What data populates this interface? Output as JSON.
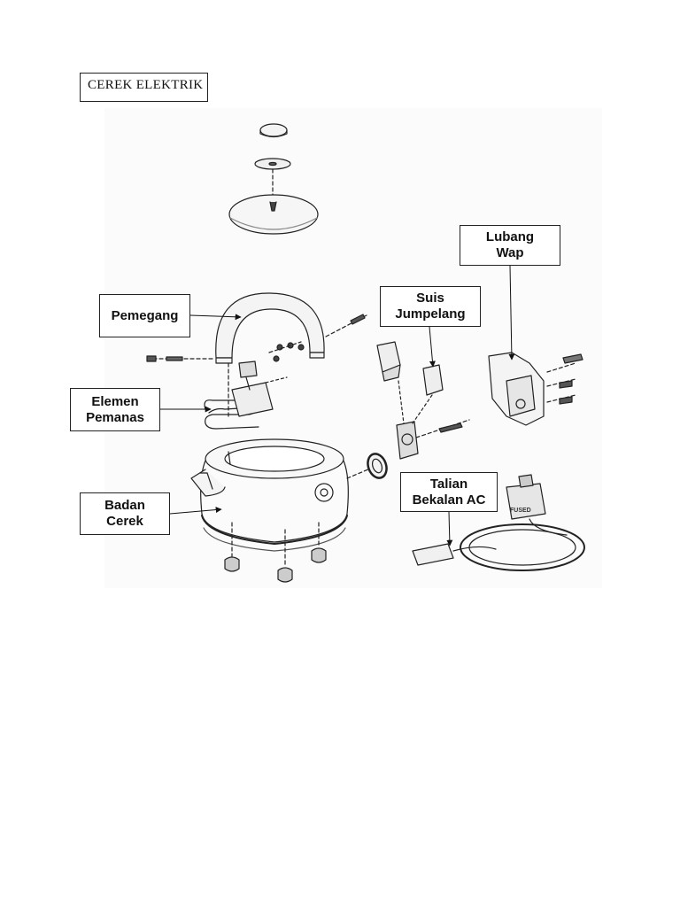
{
  "title": "CEREK ELEKTRIK",
  "labels": {
    "pemegang": [
      "Pemegang"
    ],
    "elemen_pemanas": [
      "Elemen",
      "Pemanas"
    ],
    "badan_cerek": [
      "Badan",
      "Cerek"
    ],
    "suis_jumpelang": [
      "Suis",
      "Jumpelang"
    ],
    "lubang_wap": [
      "Lubang",
      "Wap"
    ],
    "talian_bekalan_ac": [
      "Talian",
      "Bekalan AC"
    ]
  },
  "plug_text": "FUSED"
}
